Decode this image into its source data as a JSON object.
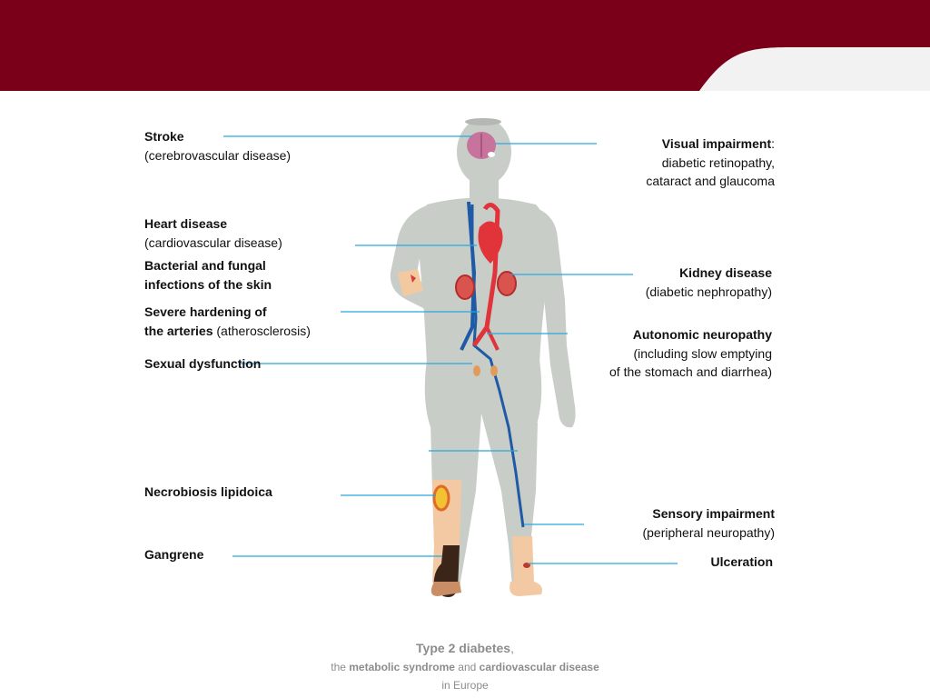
{
  "colors": {
    "banner": "#7a0019",
    "accent_band": "#f2f2f2",
    "leader_line": "#29a7df",
    "body": "#c9cdc8",
    "artery": "#e0343a",
    "vein": "#1f5aa6",
    "footer_text": "#8c8c8c"
  },
  "labels": {
    "stroke": {
      "title": "Stroke",
      "detail": "(cerebrovascular disease)"
    },
    "heart": {
      "title": "Heart disease",
      "detail": "(cardiovascular disease)"
    },
    "skin": {
      "line1": "Bacterial and fungal",
      "line2": "infections of the skin"
    },
    "arteries": {
      "line1": "Severe hardening of",
      "line2_bold": "the arteries",
      "line2_rest": " (atherosclerosis)"
    },
    "sexual": {
      "title": "Sexual dysfunction"
    },
    "necro": {
      "title": "Necrobiosis lipidoica"
    },
    "gangrene": {
      "title": "Gangrene"
    },
    "visual": {
      "title": "Visual impairment",
      "colon": ":",
      "line2": "diabetic retinopathy,",
      "line3": "cataract and glaucoma"
    },
    "kidney": {
      "title": "Kidney disease",
      "detail": "(diabetic nephropathy)"
    },
    "autonomic": {
      "title": "Autonomic neuropathy",
      "line2": "(including slow emptying",
      "line3": "of the stomach and diarrhea)"
    },
    "sensory": {
      "title": "Sensory impairment",
      "detail": "(peripheral neuropathy)"
    },
    "ulceration": {
      "title": "Ulceration"
    }
  },
  "footer": {
    "line1_bold": "Type 2 diabetes",
    "line1_rest": ",",
    "line2_pre": "the ",
    "line2_b1": "metabolic syndrome",
    "line2_mid": " and ",
    "line2_b2": "cardiovascular disease",
    "line3": "in Europe"
  }
}
